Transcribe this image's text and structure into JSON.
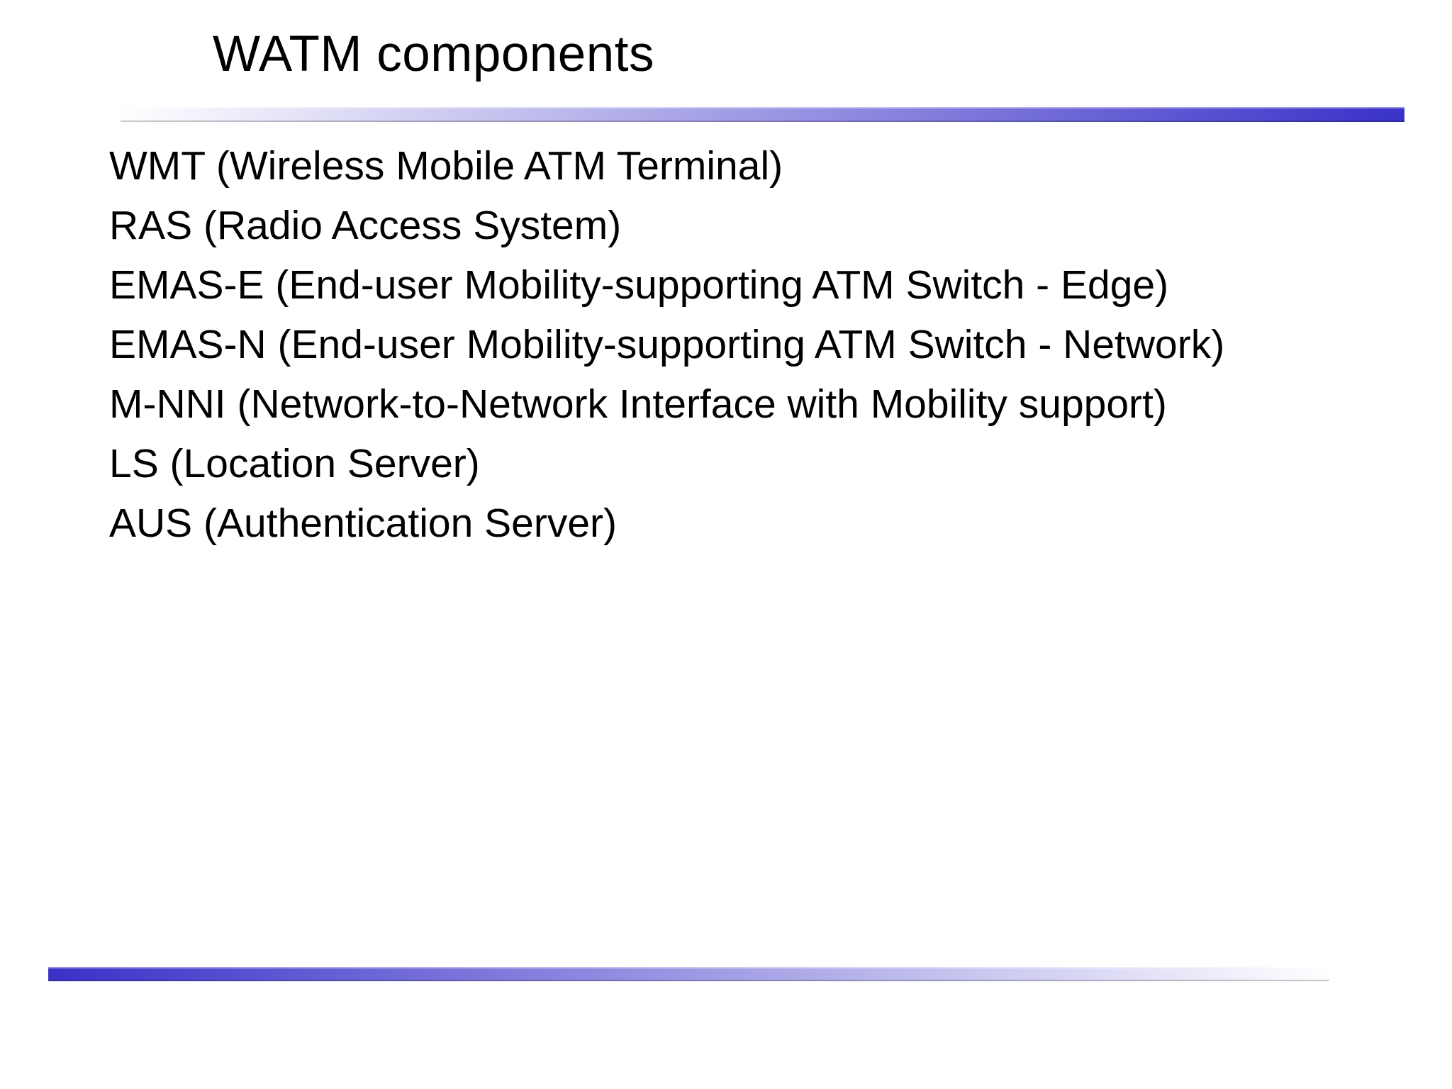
{
  "slide": {
    "title": "WATM components",
    "items": [
      "WMT (Wireless Mobile ATM Terminal)",
      "RAS (Radio Access System)",
      "EMAS-E (End-user Mobility-supporting ATM Switch - Edge)",
      "EMAS-N (End-user Mobility-supporting ATM Switch - Network)",
      "M-NNI (Network-to-Network Interface with Mobility support)",
      "LS (Location Server)",
      "AUS (Authentication Server)"
    ]
  },
  "colors": {
    "accent_blue": "#3a31c8",
    "text_color": "#000000",
    "background": "#ffffff"
  }
}
